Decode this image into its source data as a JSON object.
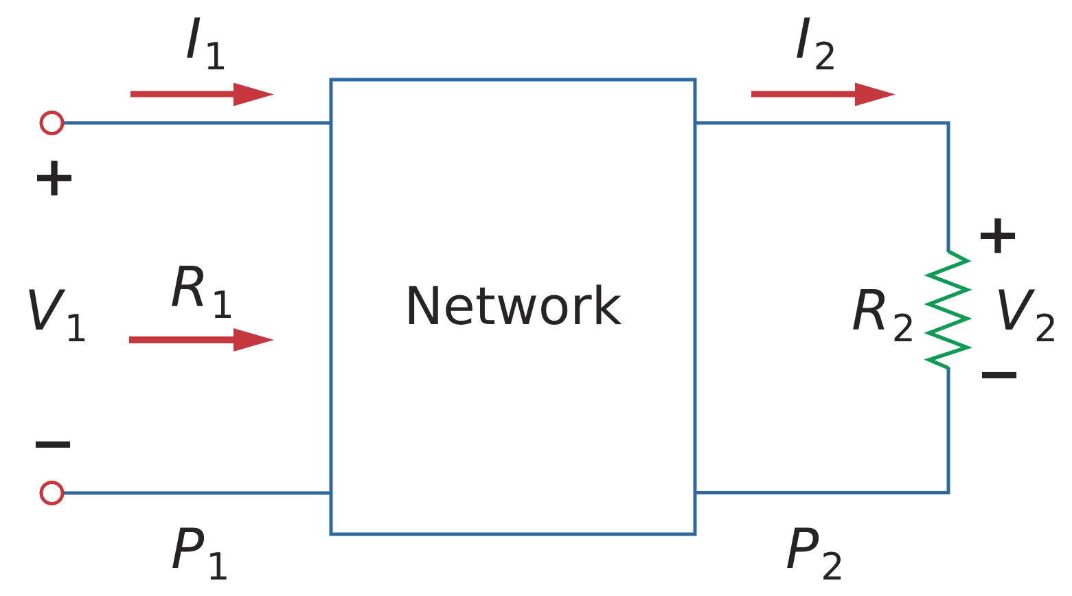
{
  "diagram": {
    "network_label": "Network",
    "port1": {
      "current": {
        "main": "I",
        "sub": "1"
      },
      "voltage": {
        "main": "V",
        "sub": "1"
      },
      "resistance": {
        "main": "R",
        "sub": "1"
      },
      "power": {
        "main": "P",
        "sub": "1"
      },
      "plus": "+",
      "minus": "−"
    },
    "port2": {
      "current": {
        "main": "I",
        "sub": "2"
      },
      "voltage": {
        "main": "V",
        "sub": "2"
      },
      "resistance": {
        "main": "R",
        "sub": "2"
      },
      "power": {
        "main": "P",
        "sub": "2"
      },
      "plus": "+",
      "minus": "−"
    },
    "colors": {
      "wire": "#2f689c",
      "arrow": "#c5373d",
      "terminal": "#c5373d",
      "resistor": "#0f9b55",
      "text": "#262324",
      "background": "#ffffff"
    }
  }
}
